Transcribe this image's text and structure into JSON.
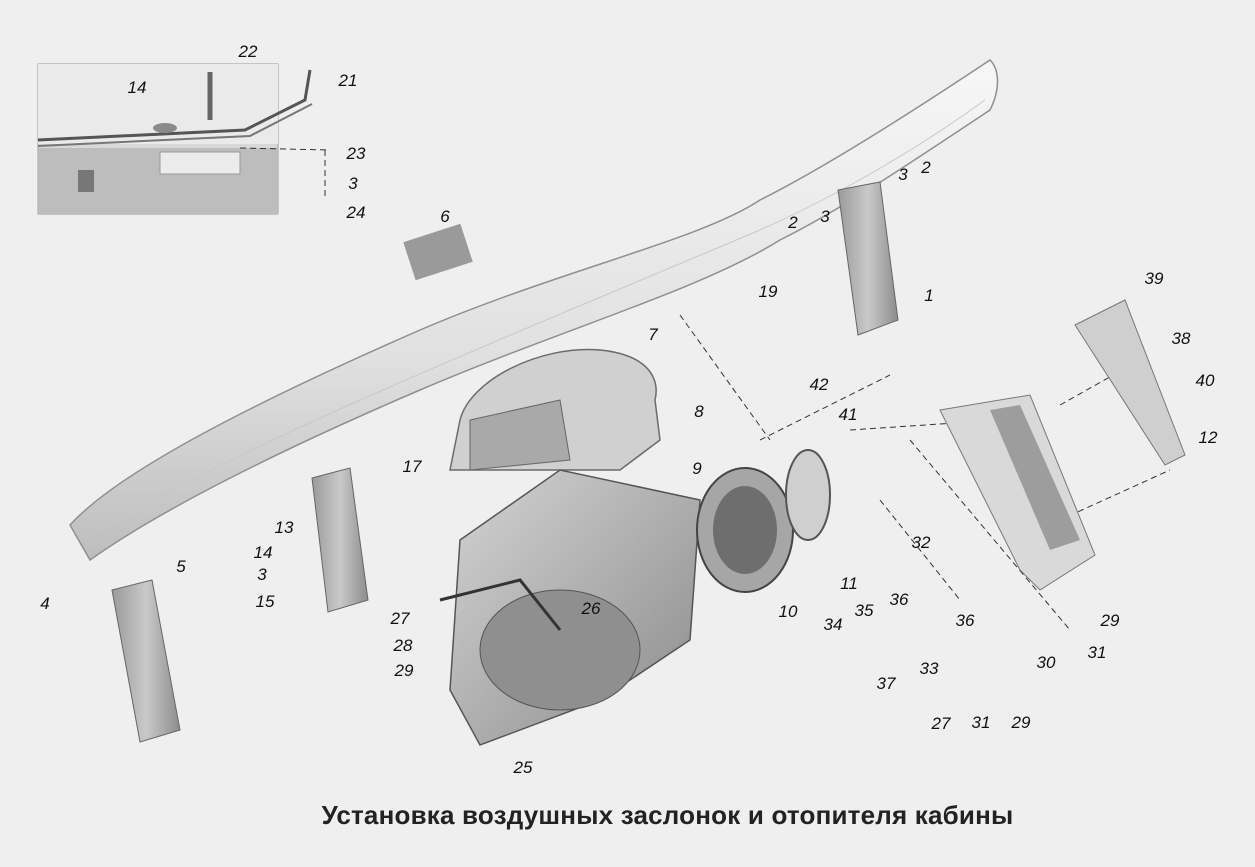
{
  "caption": "Установка воздушных заслонок и отопителя кабины",
  "callouts": [
    "22",
    "14",
    "21",
    "23",
    "3",
    "24",
    "6",
    "2",
    "3",
    "2",
    "3",
    "19",
    "1",
    "39",
    "38",
    "40",
    "12",
    "7",
    "8",
    "42",
    "41",
    "17",
    "9",
    "32",
    "13",
    "14",
    "3",
    "15",
    "4",
    "5",
    "11",
    "10",
    "27",
    "28",
    "29",
    "26",
    "25",
    "34",
    "35",
    "36",
    "36",
    "37",
    "33",
    "27",
    "31",
    "29",
    "30",
    "29",
    "31"
  ]
}
